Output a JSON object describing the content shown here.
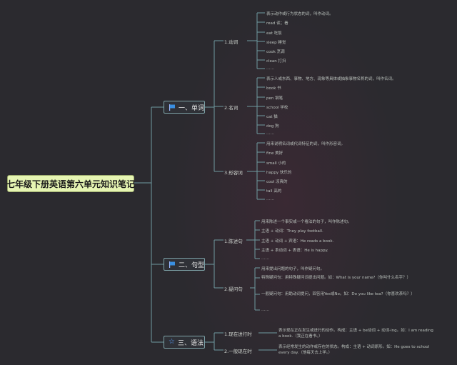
{
  "root": {
    "title": "七年级下册英语第六单元知识笔记"
  },
  "sections": [
    {
      "label": "一、单词",
      "icon": "flag-icon",
      "groups": [
        {
          "label": "1.动词",
          "items": [
            "表示动作或行为状态的词，叫作动词。",
            "read  读；看",
            "eat  吃饭",
            "sleep  睡觉",
            "cook  烹调",
            "clean  打扫",
            "……"
          ]
        },
        {
          "label": "2.名词",
          "items": [
            "表示人或东西、事物、地方、现象等具体或抽象事物名称的词，叫作名词。",
            "book  书",
            "pen  钢笔",
            "school  学校",
            "cat  猫",
            "dog  狗",
            "……"
          ]
        },
        {
          "label": "3.形容词",
          "items": [
            "用来说明名词或代词特征的词，叫作形容词。",
            "fine  美好",
            "small  小的",
            "happy  快乐的",
            "cool  凉爽的",
            "tall  高的",
            "……"
          ]
        }
      ]
    },
    {
      "label": "二、句型",
      "icon": "flag-icon",
      "groups": [
        {
          "label": "1.陈述句",
          "items": [
            "用来陈述一个事实或一个看法的句子，叫作陈述句。",
            "主语 + 动词：They play football.",
            "主语 + 动词 + 宾语：He reads a book.",
            "主语 + 系动词 + 表语：He is happy.",
            "……"
          ]
        },
        {
          "label": "2.疑问句",
          "items": [
            "用来提出问题的句子，叫作疑问句。",
            "特殊疑问句：用特殊疑问词提出问题。如：What is your name?（你叫什么名字？）",
            "一般疑问句：用助动词提问，回答用Yes或No。如：Do you like tea?（你喜欢茶吗？）",
            "……"
          ]
        }
      ]
    },
    {
      "label": "三、语法",
      "icon": "star-icon",
      "groups": [
        {
          "label": "1.现在进行时",
          "items": [
            "表示现在正在发生或进行的动作。构成：主语 + be动词 + 动词-ing。如：I am reading a book.（我正在看书。）"
          ]
        },
        {
          "label": "2.一般现在时",
          "items": [
            "表示经常发生的动作或存在的状态。构成：主语 + 动词原形。如：He goes to school every day.（他每天去上学。）"
          ]
        }
      ]
    }
  ],
  "colors": {
    "background": "#2b2a2f",
    "root_fill": "#e6f5b3",
    "line": "#6f9aa0",
    "flag": "#3a8fe0"
  }
}
